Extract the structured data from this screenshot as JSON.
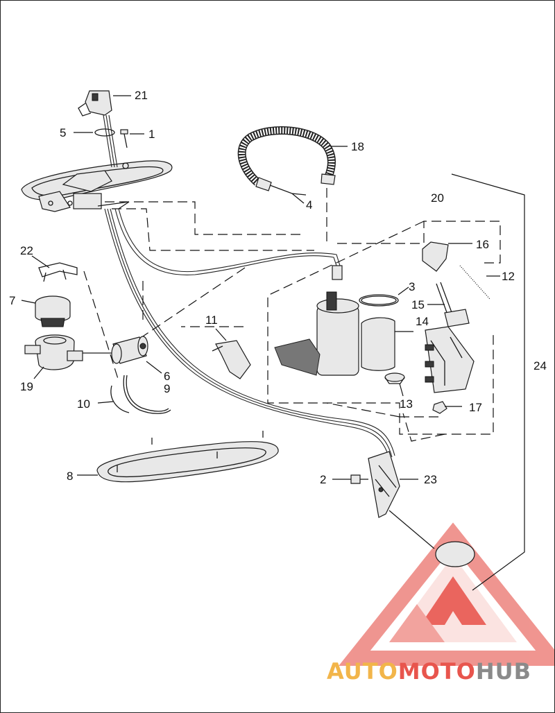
{
  "diagram": {
    "callouts": {
      "c1": "1",
      "c2": "2",
      "c3": "3",
      "c4": "4",
      "c5": "5",
      "c6": "6",
      "c7": "7",
      "c8": "8",
      "c9": "9",
      "c10": "10",
      "c11": "11",
      "c12": "12",
      "c13": "13",
      "c14": "14",
      "c15": "15",
      "c16": "16",
      "c17": "17",
      "c18": "18",
      "c19": "19",
      "c20": "20",
      "c21": "21",
      "c22": "22",
      "c23": "23",
      "c24": "24"
    }
  },
  "watermark": {
    "part1": "AUTO",
    "part2": "MOTO",
    "part3": "HUB",
    "colors": {
      "orange": "#f2b54a",
      "red": "#e8554d",
      "gray": "#8a8a8a"
    }
  }
}
